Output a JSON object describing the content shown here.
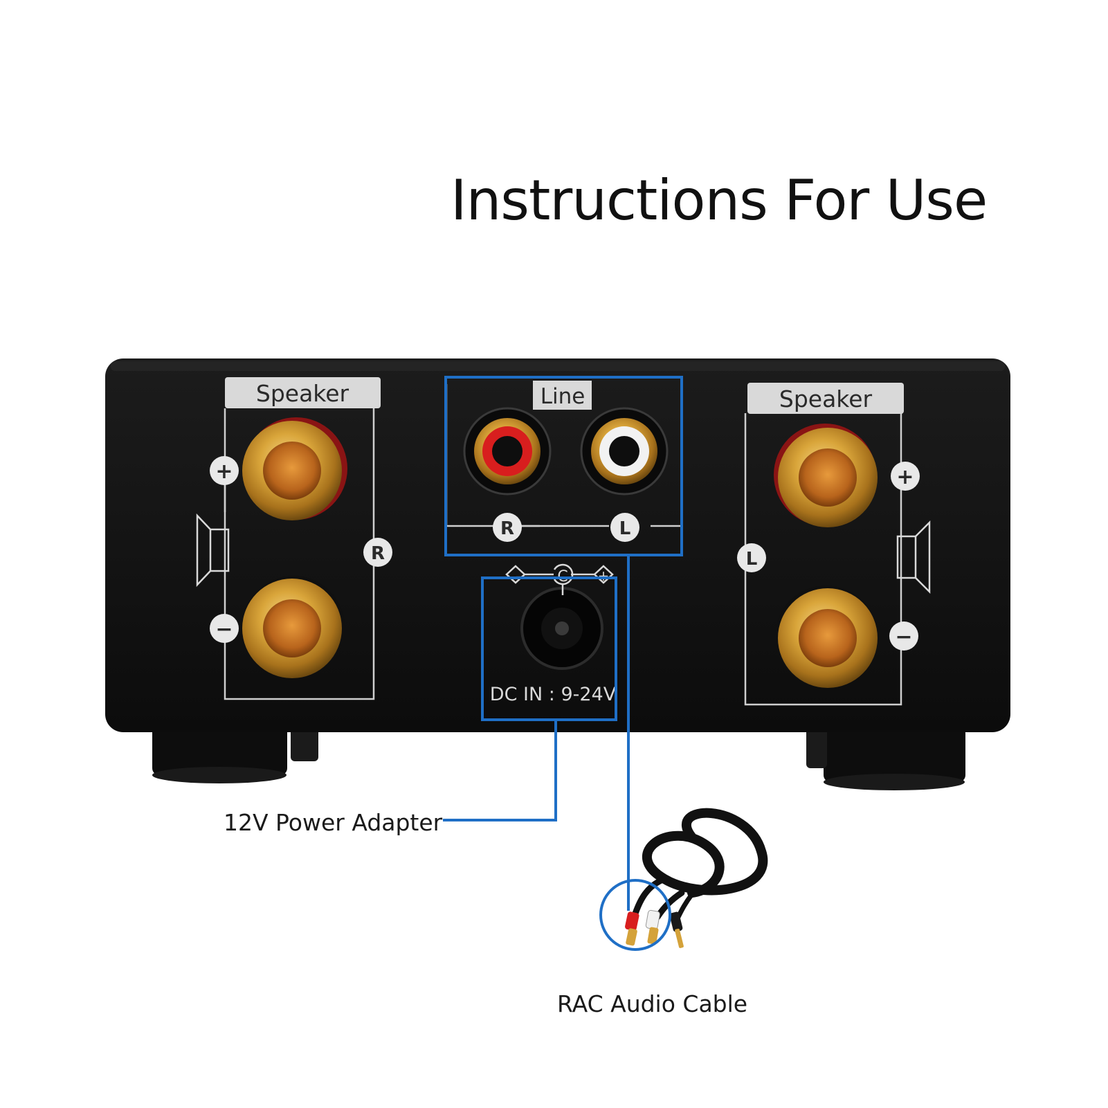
{
  "title": "Instructions For Use",
  "panel": {
    "left_group_label": "Speaker",
    "center_group_label": "Line",
    "right_group_label": "Speaker",
    "rca_right_marker": "R",
    "rca_left_marker": "L",
    "left_channel_marker": "R",
    "right_channel_marker": "L",
    "plus_symbol": "+",
    "minus_symbol": "−",
    "polarity_minus": "−",
    "polarity_center": "C",
    "polarity_plus": "+",
    "dc_label": "DC IN : 9-24V"
  },
  "callouts": {
    "power": "12V Power Adapter",
    "cable": "RAC Audio Cable"
  },
  "colors": {
    "callout_blue": "#1f6fc6",
    "body": "#141414",
    "gold": "#d4a23a",
    "rca_red": "#d81e1e",
    "panel_line": "#cfcfcf"
  }
}
